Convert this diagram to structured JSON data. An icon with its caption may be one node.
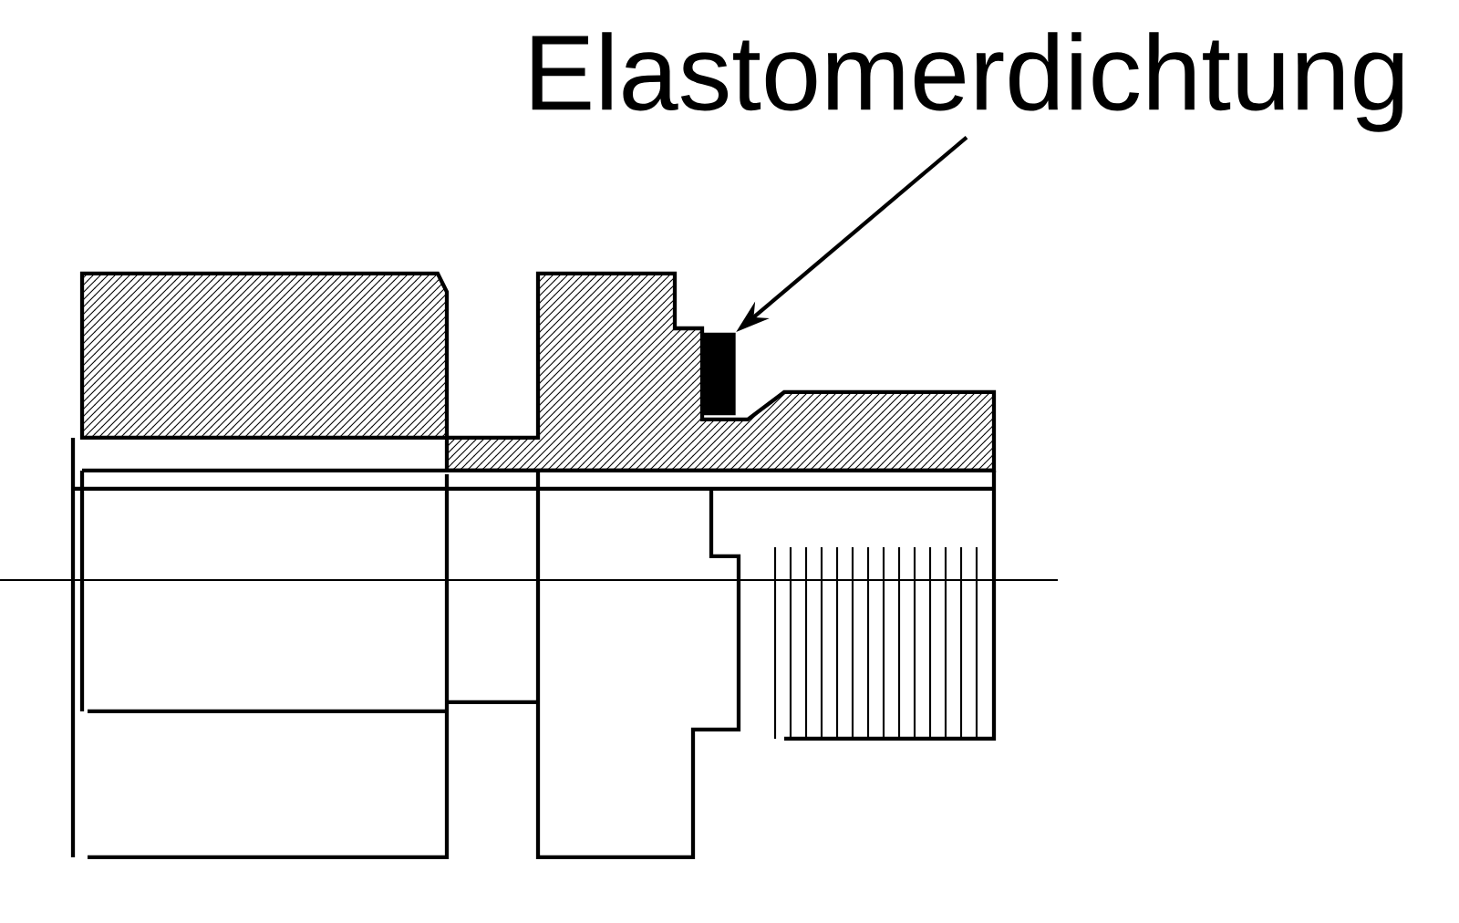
{
  "diagram": {
    "nodes": [
      {
        "text": [
          "Elastomerdichtung"
        ]
      },
      {
        "text": [],
        "shape": "box"
      }
    ],
    "edges": [
      {
        "from": 0,
        "to": 1,
        "arrow": "to"
      }
    ]
  }
}
